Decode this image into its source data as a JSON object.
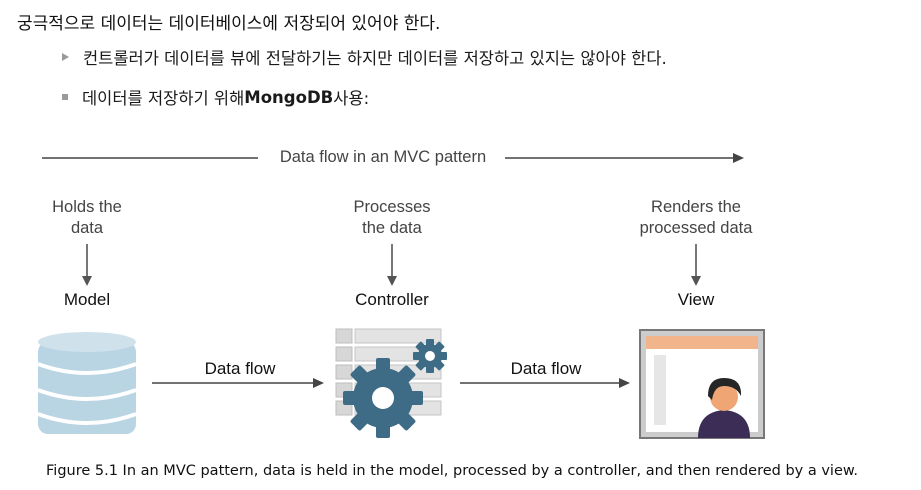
{
  "text": {
    "line1": "궁극적으로 데이터는 데이터베이스에 저장되어 있어야 한다.",
    "bullet1": "컨트롤러가 데이터를 뷰에 전달하기는 하지만 데이터를 저장하고 있지는 않아야 한다.",
    "bullet2_before": "데이터를 저장하기 위해 ",
    "bullet2_bold": "MongoDB",
    "bullet2_after": " 사용:"
  },
  "diagram": {
    "top_flow_label": "Data flow in an MVC pattern",
    "model": {
      "desc1": "Holds the",
      "desc2": "data",
      "label": "Model"
    },
    "controller": {
      "desc1": "Processes",
      "desc2": "the data",
      "label": "Controller"
    },
    "view": {
      "desc1": "Renders the",
      "desc2": "processed data",
      "label": "View"
    },
    "flow1_label": "Data flow",
    "flow2_label": "Data flow"
  },
  "caption": "Figure 5.1 In an MVC pattern, data is held in the model, processed by a controller, and then rendered by a view.",
  "colors": {
    "db_blue": "#b9d4e3",
    "gear_teal": "#3e6b85",
    "server_gray": "#d7d7d7",
    "view_orange": "#f2b48a",
    "arrow": "#444444"
  }
}
